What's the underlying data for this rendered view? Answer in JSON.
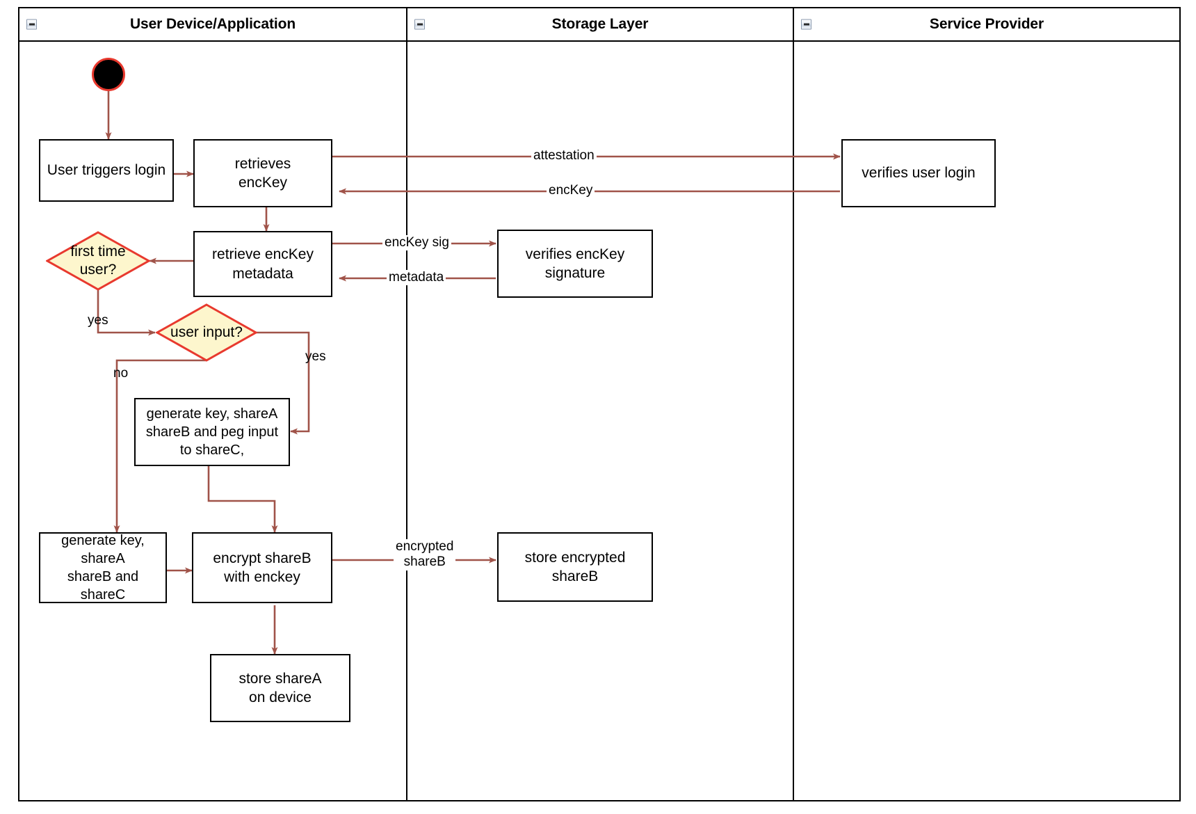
{
  "diagram": {
    "type": "uml-activity-swimlane",
    "colors": {
      "edge": "#a05349",
      "decision_border": "#e8392e",
      "decision_fill": "#fdf6cd",
      "node_border": "#000000",
      "start_fill": "#000000",
      "start_border": "#e8392e",
      "frame": "#000000",
      "background": "#ffffff"
    },
    "lanes": [
      {
        "id": "user-device",
        "title": "User Device/Application",
        "collapse_icon": "minus-icon"
      },
      {
        "id": "storage-layer",
        "title": "Storage Layer",
        "collapse_icon": "minus-icon"
      },
      {
        "id": "service-provider",
        "title": "Service Provider",
        "collapse_icon": "minus-icon"
      }
    ],
    "nodes": [
      {
        "id": "start",
        "lane": "user-device",
        "shape": "initial-node",
        "label": ""
      },
      {
        "id": "user-triggers-login",
        "lane": "user-device",
        "shape": "activity",
        "label": "User triggers login"
      },
      {
        "id": "retrieves-enckey",
        "lane": "user-device",
        "shape": "activity",
        "label": "retrieves\nencKey"
      },
      {
        "id": "retrieve-enckey-metadata",
        "lane": "user-device",
        "shape": "activity",
        "label": "retrieve encKey\nmetadata"
      },
      {
        "id": "first-time-user",
        "lane": "user-device",
        "shape": "decision",
        "label": "first time\nuser?"
      },
      {
        "id": "user-input",
        "lane": "user-device",
        "shape": "decision",
        "label": "user input?"
      },
      {
        "id": "generate-peg",
        "lane": "user-device",
        "shape": "activity",
        "label": "generate key, shareA\nshareB and peg input\nto shareC,"
      },
      {
        "id": "generate-shares",
        "lane": "user-device",
        "shape": "activity",
        "label": "generate key, shareA\nshareB and shareC"
      },
      {
        "id": "encrypt-shareb",
        "lane": "user-device",
        "shape": "activity",
        "label": "encrypt shareB\nwith enckey"
      },
      {
        "id": "store-sharea",
        "lane": "user-device",
        "shape": "activity",
        "label": "store shareA\non device"
      },
      {
        "id": "verifies-enckey-signature",
        "lane": "storage-layer",
        "shape": "activity",
        "label": "verifies encKey signature"
      },
      {
        "id": "store-encrypted-shareb",
        "lane": "storage-layer",
        "shape": "activity",
        "label": "store encrypted\nshareB"
      },
      {
        "id": "verifies-user-login",
        "lane": "service-provider",
        "shape": "activity",
        "label": "verifies user login"
      }
    ],
    "edge_labels": [
      {
        "id": "attestation",
        "text": "attestation",
        "from": "retrieves-enckey",
        "to": "verifies-user-login"
      },
      {
        "id": "enckey-return",
        "text": "encKey",
        "from": "verifies-user-login",
        "to": "retrieves-enckey"
      },
      {
        "id": "enckey-sig",
        "text": "encKey sig",
        "from": "retrieve-enckey-metadata",
        "to": "verifies-enckey-signature"
      },
      {
        "id": "metadata",
        "text": "metadata",
        "from": "verifies-enckey-signature",
        "to": "retrieve-enckey-metadata"
      },
      {
        "id": "first-time-yes",
        "text": "yes",
        "from": "first-time-user",
        "to": "user-input"
      },
      {
        "id": "user-input-yes",
        "text": "yes",
        "from": "user-input",
        "to": "generate-peg"
      },
      {
        "id": "user-input-no",
        "text": "no",
        "from": "user-input",
        "to": "generate-shares"
      },
      {
        "id": "encrypted-shareb",
        "text": "encrypted\nshareB",
        "from": "encrypt-shareb",
        "to": "store-encrypted-shareb"
      }
    ]
  }
}
